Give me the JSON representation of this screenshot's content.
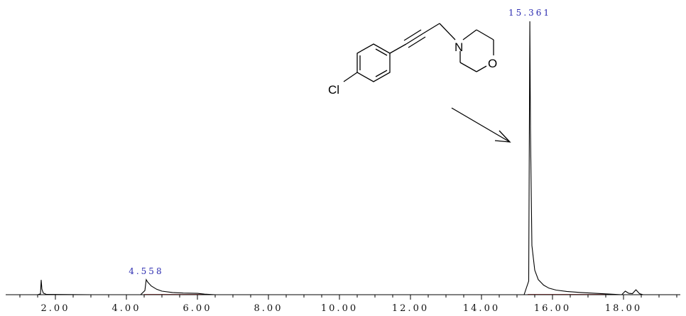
{
  "chart_data": {
    "type": "line",
    "title": "",
    "xlabel": "",
    "ylabel": "",
    "xlim": [
      0.6,
      19.6
    ],
    "ylim": [
      0,
      100
    ],
    "x_ticks": [
      "2.00",
      "4.00",
      "6.00",
      "8.00",
      "10.00",
      "12.00",
      "14.00",
      "16.00",
      "18.00"
    ],
    "x_tick_values": [
      2,
      4,
      6,
      8,
      10,
      12,
      14,
      16,
      18
    ],
    "grid": false,
    "series": [
      {
        "name": "",
        "x": [
          0.6,
          1.5,
          1.58,
          1.6,
          1.62,
          1.66,
          1.75,
          3.0,
          4.4,
          4.52,
          4.558,
          4.6,
          4.7,
          4.85,
          5.0,
          5.3,
          5.6,
          6.0,
          6.2,
          6.5,
          8.0,
          10.0,
          12.0,
          14.0,
          15.2,
          15.33,
          15.361,
          15.38,
          15.42,
          15.5,
          15.6,
          15.75,
          15.9,
          16.1,
          16.4,
          16.8,
          17.5,
          17.95,
          18.05,
          18.15,
          18.25,
          18.35,
          18.45,
          18.55,
          19.0,
          19.6
        ],
        "y": [
          0,
          0,
          0.3,
          5.4,
          2.0,
          0.6,
          0.1,
          0,
          0,
          1.5,
          5.5,
          4.6,
          3.2,
          2.0,
          1.3,
          0.8,
          0.6,
          0.5,
          0.2,
          0,
          0,
          0,
          0,
          0,
          0,
          5,
          100,
          60,
          18,
          9,
          5.5,
          3.5,
          2.4,
          1.7,
          1.2,
          0.8,
          0.3,
          0,
          1.3,
          0.5,
          0.4,
          1.8,
          0.4,
          0,
          0,
          0
        ]
      }
    ],
    "annotations": [
      {
        "text": "4.558",
        "x": 4.558,
        "y": 5.5
      },
      {
        "text": "15.361",
        "x": 15.361,
        "y": 100
      }
    ]
  },
  "structure": {
    "atoms": [
      "Cl",
      "N",
      "O"
    ]
  },
  "colors": {
    "trace": "#000000",
    "peak_label": "#2b2bb0",
    "baseline": "#c86464"
  }
}
